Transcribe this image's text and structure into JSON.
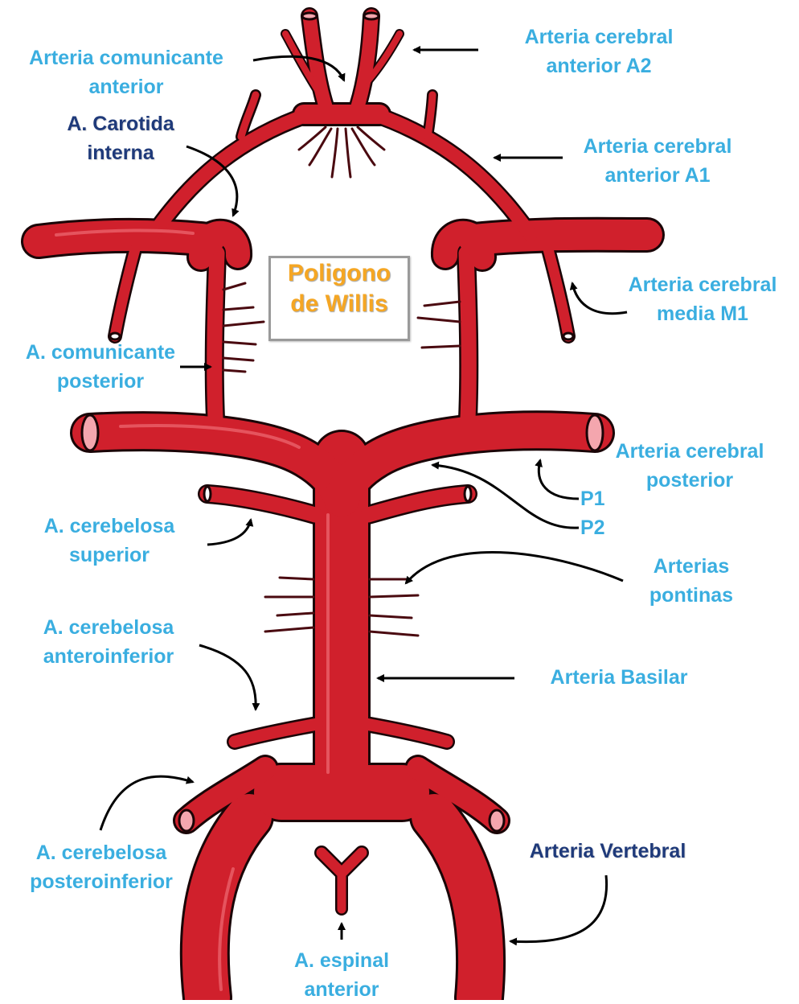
{
  "title": {
    "line1": "Poligono",
    "line2": "de Willis"
  },
  "colors": {
    "artery": "#d0202c",
    "artery_edge": "#1a0507",
    "label": "#3aaee0",
    "label_dark": "#1f3a7a",
    "title": "#f5a623"
  },
  "labels": {
    "comunicante_anterior": [
      "Arteria comunicante",
      "anterior"
    ],
    "cerebral_anterior_a2": [
      "Arteria cerebral",
      "anterior A2"
    ],
    "carotida_interna": [
      "A. Carotida",
      "interna"
    ],
    "cerebral_anterior_a1": [
      "Arteria cerebral",
      "anterior A1"
    ],
    "cerebral_media_m1": [
      "Arteria cerebral",
      "media M1"
    ],
    "comunicante_posterior": [
      "A. comunicante",
      "posterior"
    ],
    "cerebral_posterior": [
      "Arteria cerebral",
      "posterior"
    ],
    "p1": "P1",
    "p2": "P2",
    "cerebelosa_superior": [
      "A. cerebelosa",
      "superior"
    ],
    "pontinas": [
      "Arterias",
      "pontinas"
    ],
    "cerebelosa_anteroinferior": [
      "A. cerebelosa",
      "anteroinferior"
    ],
    "basilar": "Arteria Basilar",
    "cerebelosa_posteroinferior": [
      "A. cerebelosa",
      "posteroinferior"
    ],
    "vertebral": "Arteria Vertebral",
    "espinal_anterior": [
      "A. espinal",
      "anterior"
    ]
  }
}
